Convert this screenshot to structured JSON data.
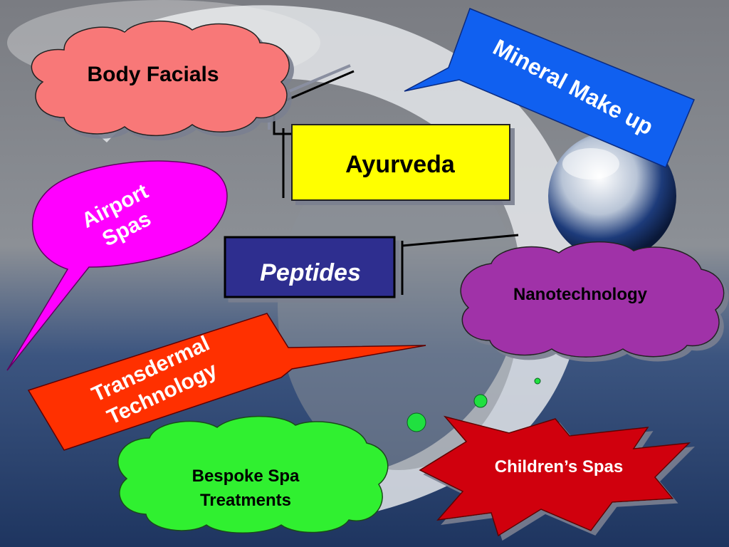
{
  "slide": {
    "labels": {
      "body_facials": "Body Facials",
      "mineral_make_up": "Mineral Make up",
      "ayurveda": "Ayurveda",
      "airport_spas_line1": "Airport",
      "airport_spas_line2": "Spas",
      "peptides": "Peptides",
      "nanotechnology": "Nanotechnology",
      "transdermal_line1": "Transdermal",
      "transdermal_line2": "Technology",
      "bespoke_line1": "Bespoke Spa",
      "bespoke_line2": "Treatments",
      "childrens_spas": "Children’s Spas"
    },
    "colors": {
      "body_facials_cloud": "#f87878",
      "mineral_callout": "#1060f0",
      "ayurveda_box": "#ffff00",
      "airport_callout": "#ff00ff",
      "peptides_box": "#2d2d8f",
      "nanotech_cloud": "#a030a8",
      "transdermal_callout": "#ff3000",
      "bespoke_cloud": "#30f030",
      "childrens_star": "#d00010",
      "green_bubbles": "#20e040"
    }
  }
}
